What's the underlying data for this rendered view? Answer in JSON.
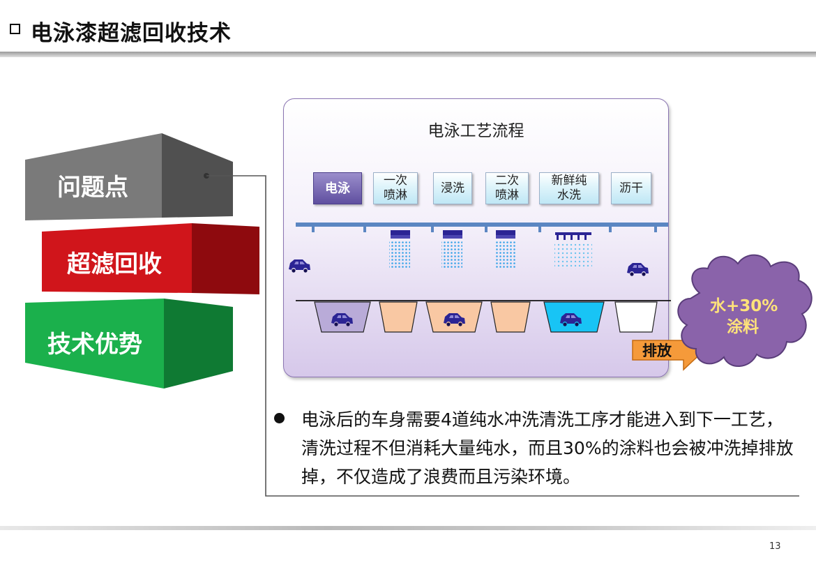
{
  "header": {
    "title": "电泳漆超滤回收技术"
  },
  "blocks": [
    {
      "label": "问题点",
      "color": "#6d6d6d"
    },
    {
      "label": "超滤回收",
      "color": "#c8141a"
    },
    {
      "label": "技术优势",
      "color": "#1aa64a"
    }
  ],
  "process": {
    "title": "电泳工艺流程",
    "steps": [
      {
        "label": "电泳"
      },
      {
        "label": "一次\n喷淋"
      },
      {
        "label": "浸洗"
      },
      {
        "label": "二次\n喷淋"
      },
      {
        "label": "新鲜纯\n水洗"
      },
      {
        "label": "沥干"
      }
    ],
    "discharge_label": "排放",
    "cloud_line1": "水+30%",
    "cloud_line2": "涂料"
  },
  "bullet": {
    "text": "电泳后的车身需要4道纯水冲洗清洗工序才能进入到下一工艺，清洗过程不但消耗大量纯水，而且30%的涂料也会被冲洗掉排放掉，不仅造成了浪费而且污染环境。"
  },
  "footer": {
    "page_number": "13"
  }
}
